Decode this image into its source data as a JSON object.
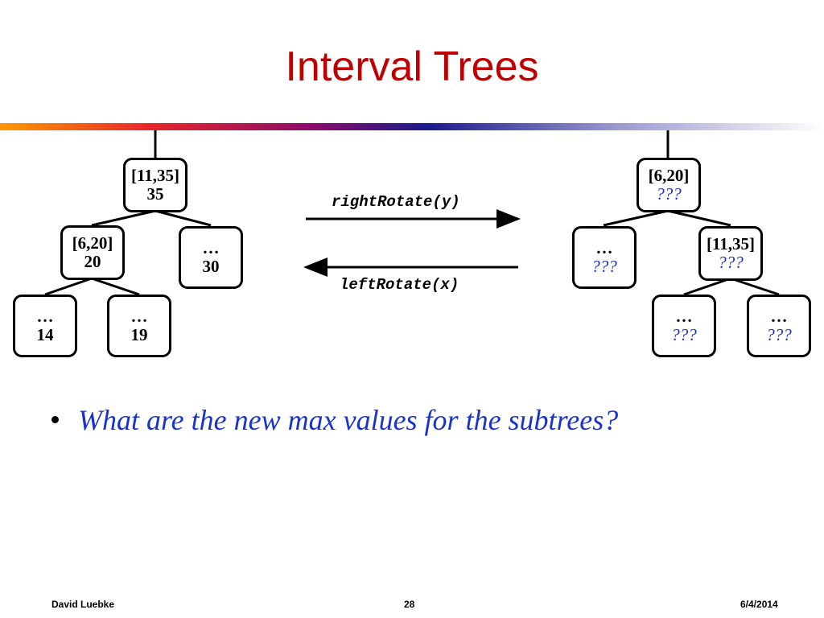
{
  "slide": {
    "title": "Interval Trees",
    "bullet": "What are the new max values for the subtrees?"
  },
  "operations": {
    "right_rotate": "rightRotate(y)",
    "left_rotate": "leftRotate(x)"
  },
  "left_tree": {
    "root": {
      "interval": "[11,35]",
      "max": "35"
    },
    "left": {
      "interval": "[6,20]",
      "max": "20"
    },
    "right": {
      "interval": "…",
      "max": "30"
    },
    "left_left": {
      "interval": "…",
      "max": "14"
    },
    "left_right": {
      "interval": "…",
      "max": "19"
    }
  },
  "right_tree": {
    "root": {
      "interval": "[6,20]",
      "max": "???"
    },
    "left": {
      "interval": "…",
      "max": "???"
    },
    "right": {
      "interval": "[11,35]",
      "max": "???"
    },
    "right_left": {
      "interval": "…",
      "max": "???"
    },
    "right_right": {
      "interval": "…",
      "max": "???"
    }
  },
  "footer": {
    "author": "David Luebke",
    "page": "28",
    "date": "6/4/2014"
  },
  "colors": {
    "title": "#c00000",
    "unknown_max": "#1a33c8",
    "bullet_text": "#1a33c8"
  }
}
